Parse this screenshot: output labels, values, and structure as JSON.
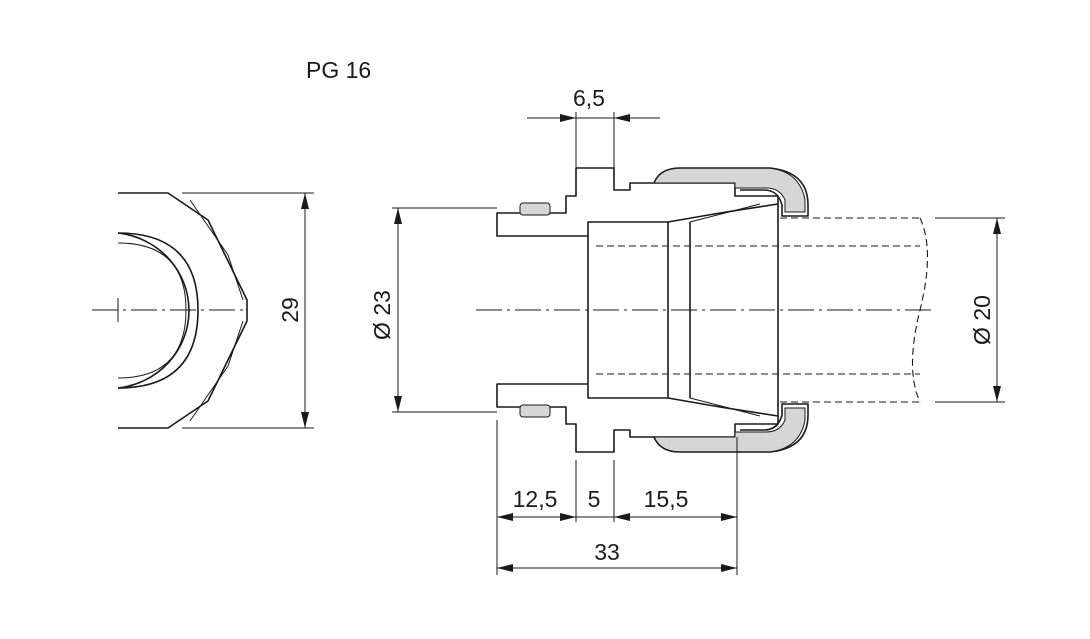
{
  "title": "PG 16",
  "dimensions": {
    "width_across_flats": "29",
    "outer_diameter": "Ø 23",
    "cable_diameter": "Ø 20",
    "flange_width": "6,5",
    "thread_length": "12,5",
    "flange_thickness": "5",
    "cap_length": "15,5",
    "total_length": "33"
  },
  "colors": {
    "line": "#1a1a1a",
    "background": "#ffffff",
    "seal_fill": "#d6d6d6"
  }
}
